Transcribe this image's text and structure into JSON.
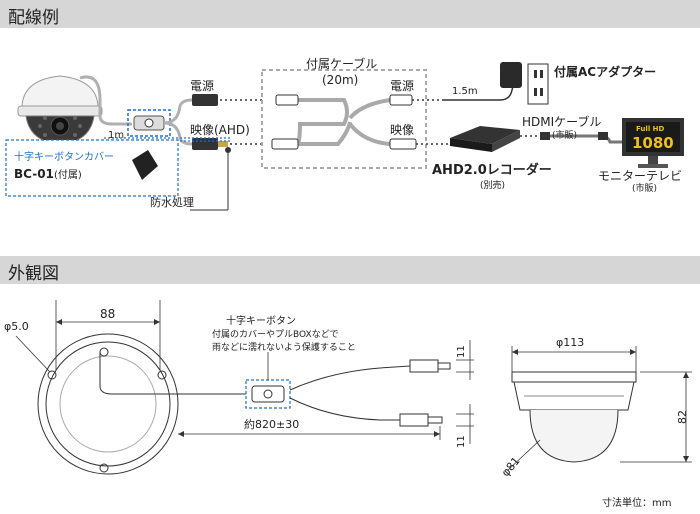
{
  "sections": {
    "wiring_title": "配線例",
    "exterior_title": "外観図"
  },
  "wiring": {
    "power_label": "電源",
    "video_label": "映像(AHD)",
    "cable_label": "付属ケーブル",
    "cable_length": "(20m)",
    "cable_power_label": "電源",
    "cable_video_label": "映像",
    "camera_lead_length": "1m",
    "adapter_lead_length": "1.5m",
    "adapter_label": "付属ACアダプター",
    "hdmi_label": "HDMIケーブル",
    "hdmi_note": "(市販)",
    "recorder_label": "AHD2.0レコーダー",
    "recorder_note": "(別売)",
    "monitor_label": "モニターテレビ",
    "monitor_note": "(市販)",
    "monitor_screen_top": "Full HD",
    "monitor_screen_main": "1080",
    "cover_title": "十字キーボタンカバー",
    "cover_model": "BC-01",
    "cover_note": "(付属)",
    "waterproof_label": "防水処理"
  },
  "exterior": {
    "hole_dim": "φ5.0",
    "width_dim": "88",
    "button_title": "十字キーボタン",
    "button_note_1": "付属のカバーやプルBOXなどで",
    "button_note_2": "雨などに濡れないよう保護すること",
    "cable_length_dim": "約820±30",
    "conn_dim_top": "11",
    "conn_dim_bottom": "11",
    "dome_width_dim": "φ113",
    "dome_height_dim": "82",
    "dome_glass_dim": "φ81",
    "unit_note": "寸法単位：mm"
  },
  "colors": {
    "header_bg": "#d6d6d6",
    "accent_blue": "#1e6fd0",
    "cable_gray": "#a9a9a9",
    "monitor_screen": "#1a1a1a",
    "monitor_text": "#f0c020"
  }
}
